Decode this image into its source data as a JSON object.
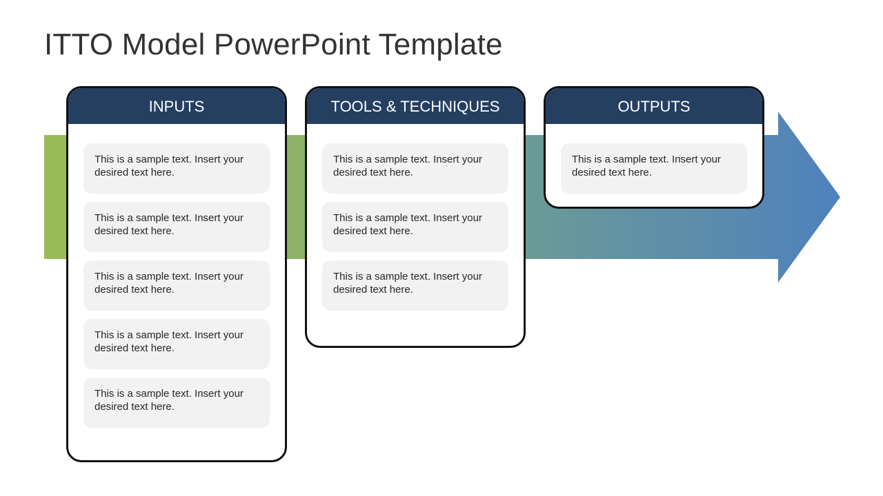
{
  "slide": {
    "title": "ITTO Model PowerPoint Template"
  },
  "colors": {
    "header_fill": "#253F61",
    "arrow_start": "#9BBB59",
    "arrow_end": "#4F81BD",
    "text_box_fill": "#F2F2F2",
    "card_border": "#111111"
  },
  "columns": [
    {
      "title": "INPUTS",
      "items": [
        "This is a sample text. Insert your desired text here.",
        "This is a sample text. Insert your desired text here.",
        "This is a sample text. Insert your desired text here.",
        "This is a sample text. Insert your desired text here.",
        "This is a sample text. Insert your desired text here."
      ]
    },
    {
      "title": "TOOLS & TECHNIQUES",
      "items": [
        "This is a sample text. Insert your desired text here.",
        "This is a sample text. Insert your desired text here.",
        "This is a sample text. Insert your desired text here."
      ]
    },
    {
      "title": "OUTPUTS",
      "items": [
        "This is a sample text. Insert your desired text here."
      ]
    }
  ]
}
